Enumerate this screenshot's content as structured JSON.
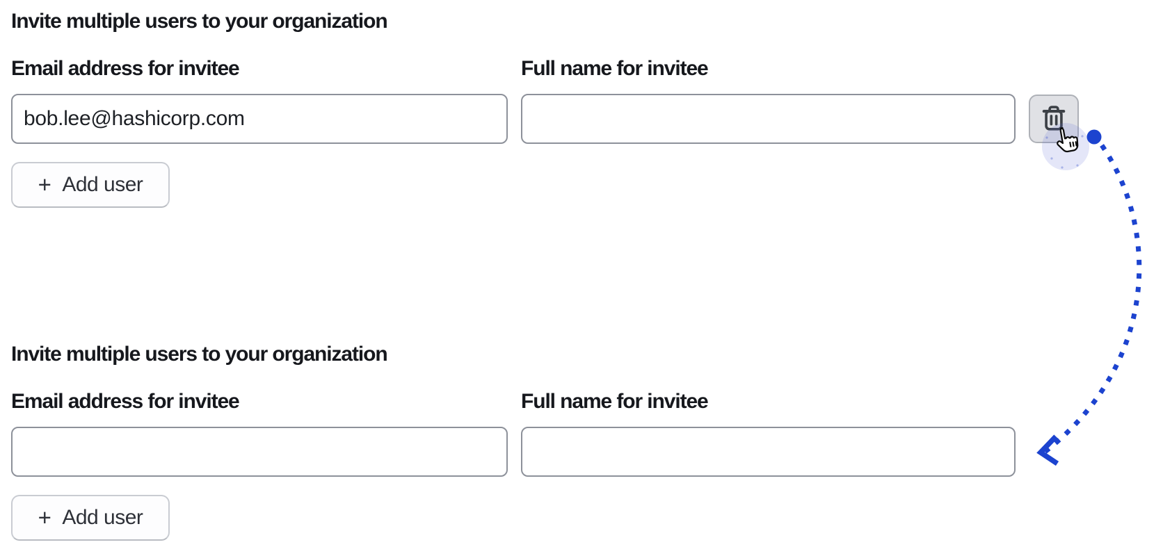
{
  "sections": [
    {
      "heading": "Invite multiple users to your organization",
      "email_field": {
        "label": "Email address for invitee",
        "value": "bob.lee@hashicorp.com"
      },
      "name_field": {
        "label": "Full name for invitee",
        "value": ""
      },
      "add_user_button": {
        "plus": "+",
        "label": "Add user"
      },
      "delete_button": {
        "icon": "trash-icon"
      }
    },
    {
      "heading": "Invite multiple users to your organization",
      "email_field": {
        "label": "Email address for invitee",
        "value": ""
      },
      "name_field": {
        "label": "Full name for invitee",
        "value": ""
      },
      "add_user_button": {
        "plus": "+",
        "label": "Add user"
      }
    }
  ],
  "annotation": {
    "type": "dotted-arc-arrow",
    "color": "#1c43cf",
    "cursor": "hand-pointer-over-delete-button"
  },
  "colors": {
    "accent_blue": "#1c43cf",
    "text": "#16181d",
    "input_border": "#8d919a",
    "add_button_bg": "#fdfdfe",
    "add_button_border": "#c9ccd2",
    "delete_button_bg": "#e0e1e5",
    "delete_button_border": "#aeb1b7",
    "cursor_halo": "#e4e6f5",
    "trash_icon": "#3c4046"
  }
}
